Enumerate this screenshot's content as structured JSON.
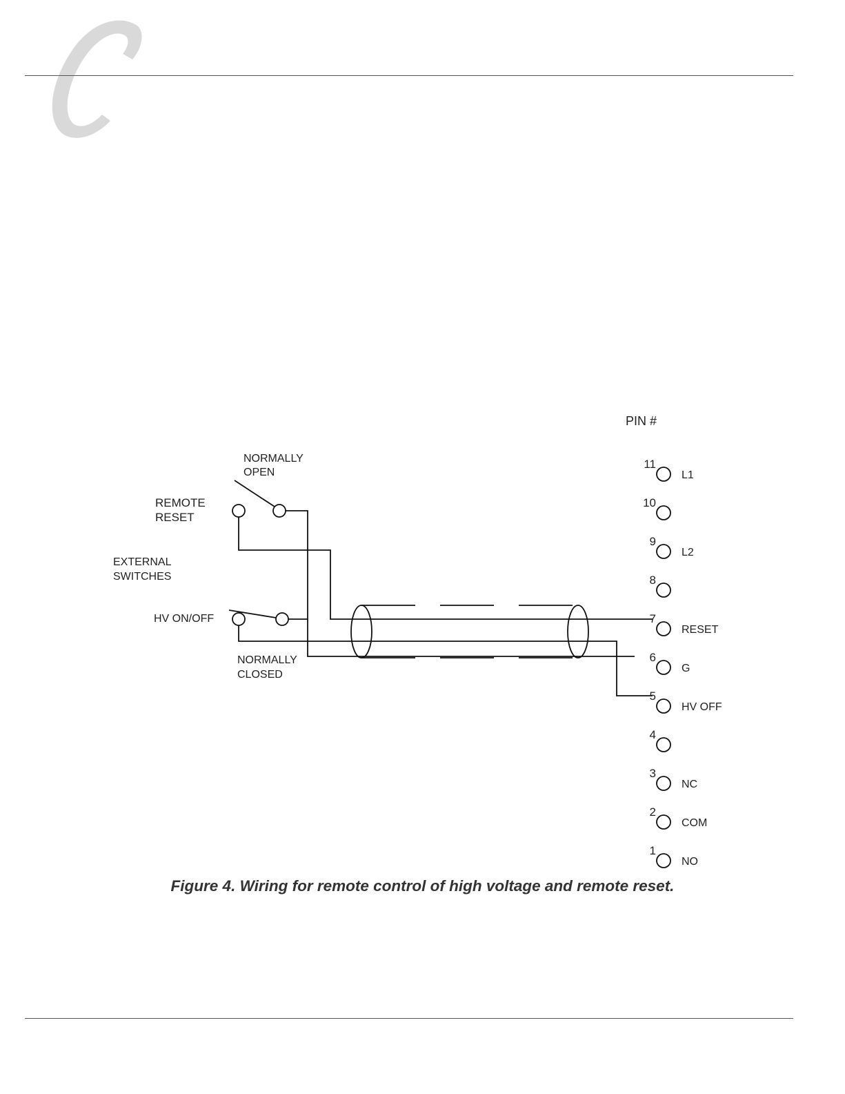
{
  "header": {},
  "diagram": {
    "pin_header": "PIN #",
    "labels": {
      "normally_open": [
        "NORMALLY",
        "OPEN"
      ],
      "remote_reset": [
        "REMOTE",
        "RESET"
      ],
      "external_switches": [
        "EXTERNAL",
        "SWITCHES"
      ],
      "hv_on_off": "HV ON/OFF",
      "normally_closed": [
        "NORMALLY",
        "CLOSED"
      ]
    },
    "pins": [
      {
        "number": "11",
        "label": "L1"
      },
      {
        "number": "10",
        "label": ""
      },
      {
        "number": "9",
        "label": "L2"
      },
      {
        "number": "8",
        "label": ""
      },
      {
        "number": "7",
        "label": "RESET"
      },
      {
        "number": "6",
        "label": "G"
      },
      {
        "number": "5",
        "label": "HV OFF"
      },
      {
        "number": "4",
        "label": ""
      },
      {
        "number": "3",
        "label": "NC"
      },
      {
        "number": "2",
        "label": "COM"
      },
      {
        "number": "1",
        "label": "NO"
      }
    ]
  },
  "caption": "Figure 4. Wiring for remote control of high voltage and remote reset."
}
